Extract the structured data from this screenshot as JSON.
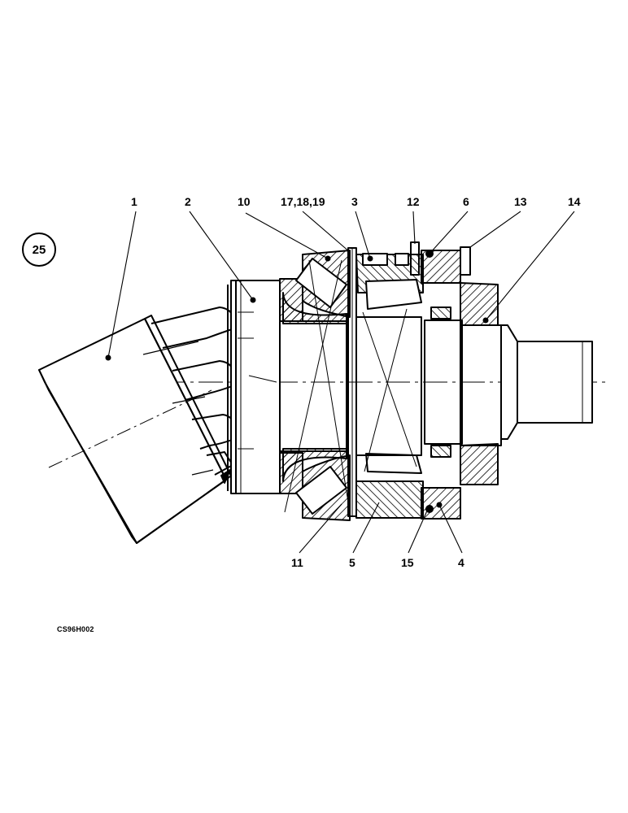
{
  "figure_number": "25",
  "drawing_code": "CS96H002",
  "callouts": {
    "c1": "1",
    "c2": "2",
    "c10": "10",
    "c17_18_19": "17,18,19",
    "c3": "3",
    "c12": "12",
    "c6": "6",
    "c13": "13",
    "c14": "14",
    "c11": "11",
    "c5": "5",
    "c15": "15",
    "c4": "4"
  }
}
